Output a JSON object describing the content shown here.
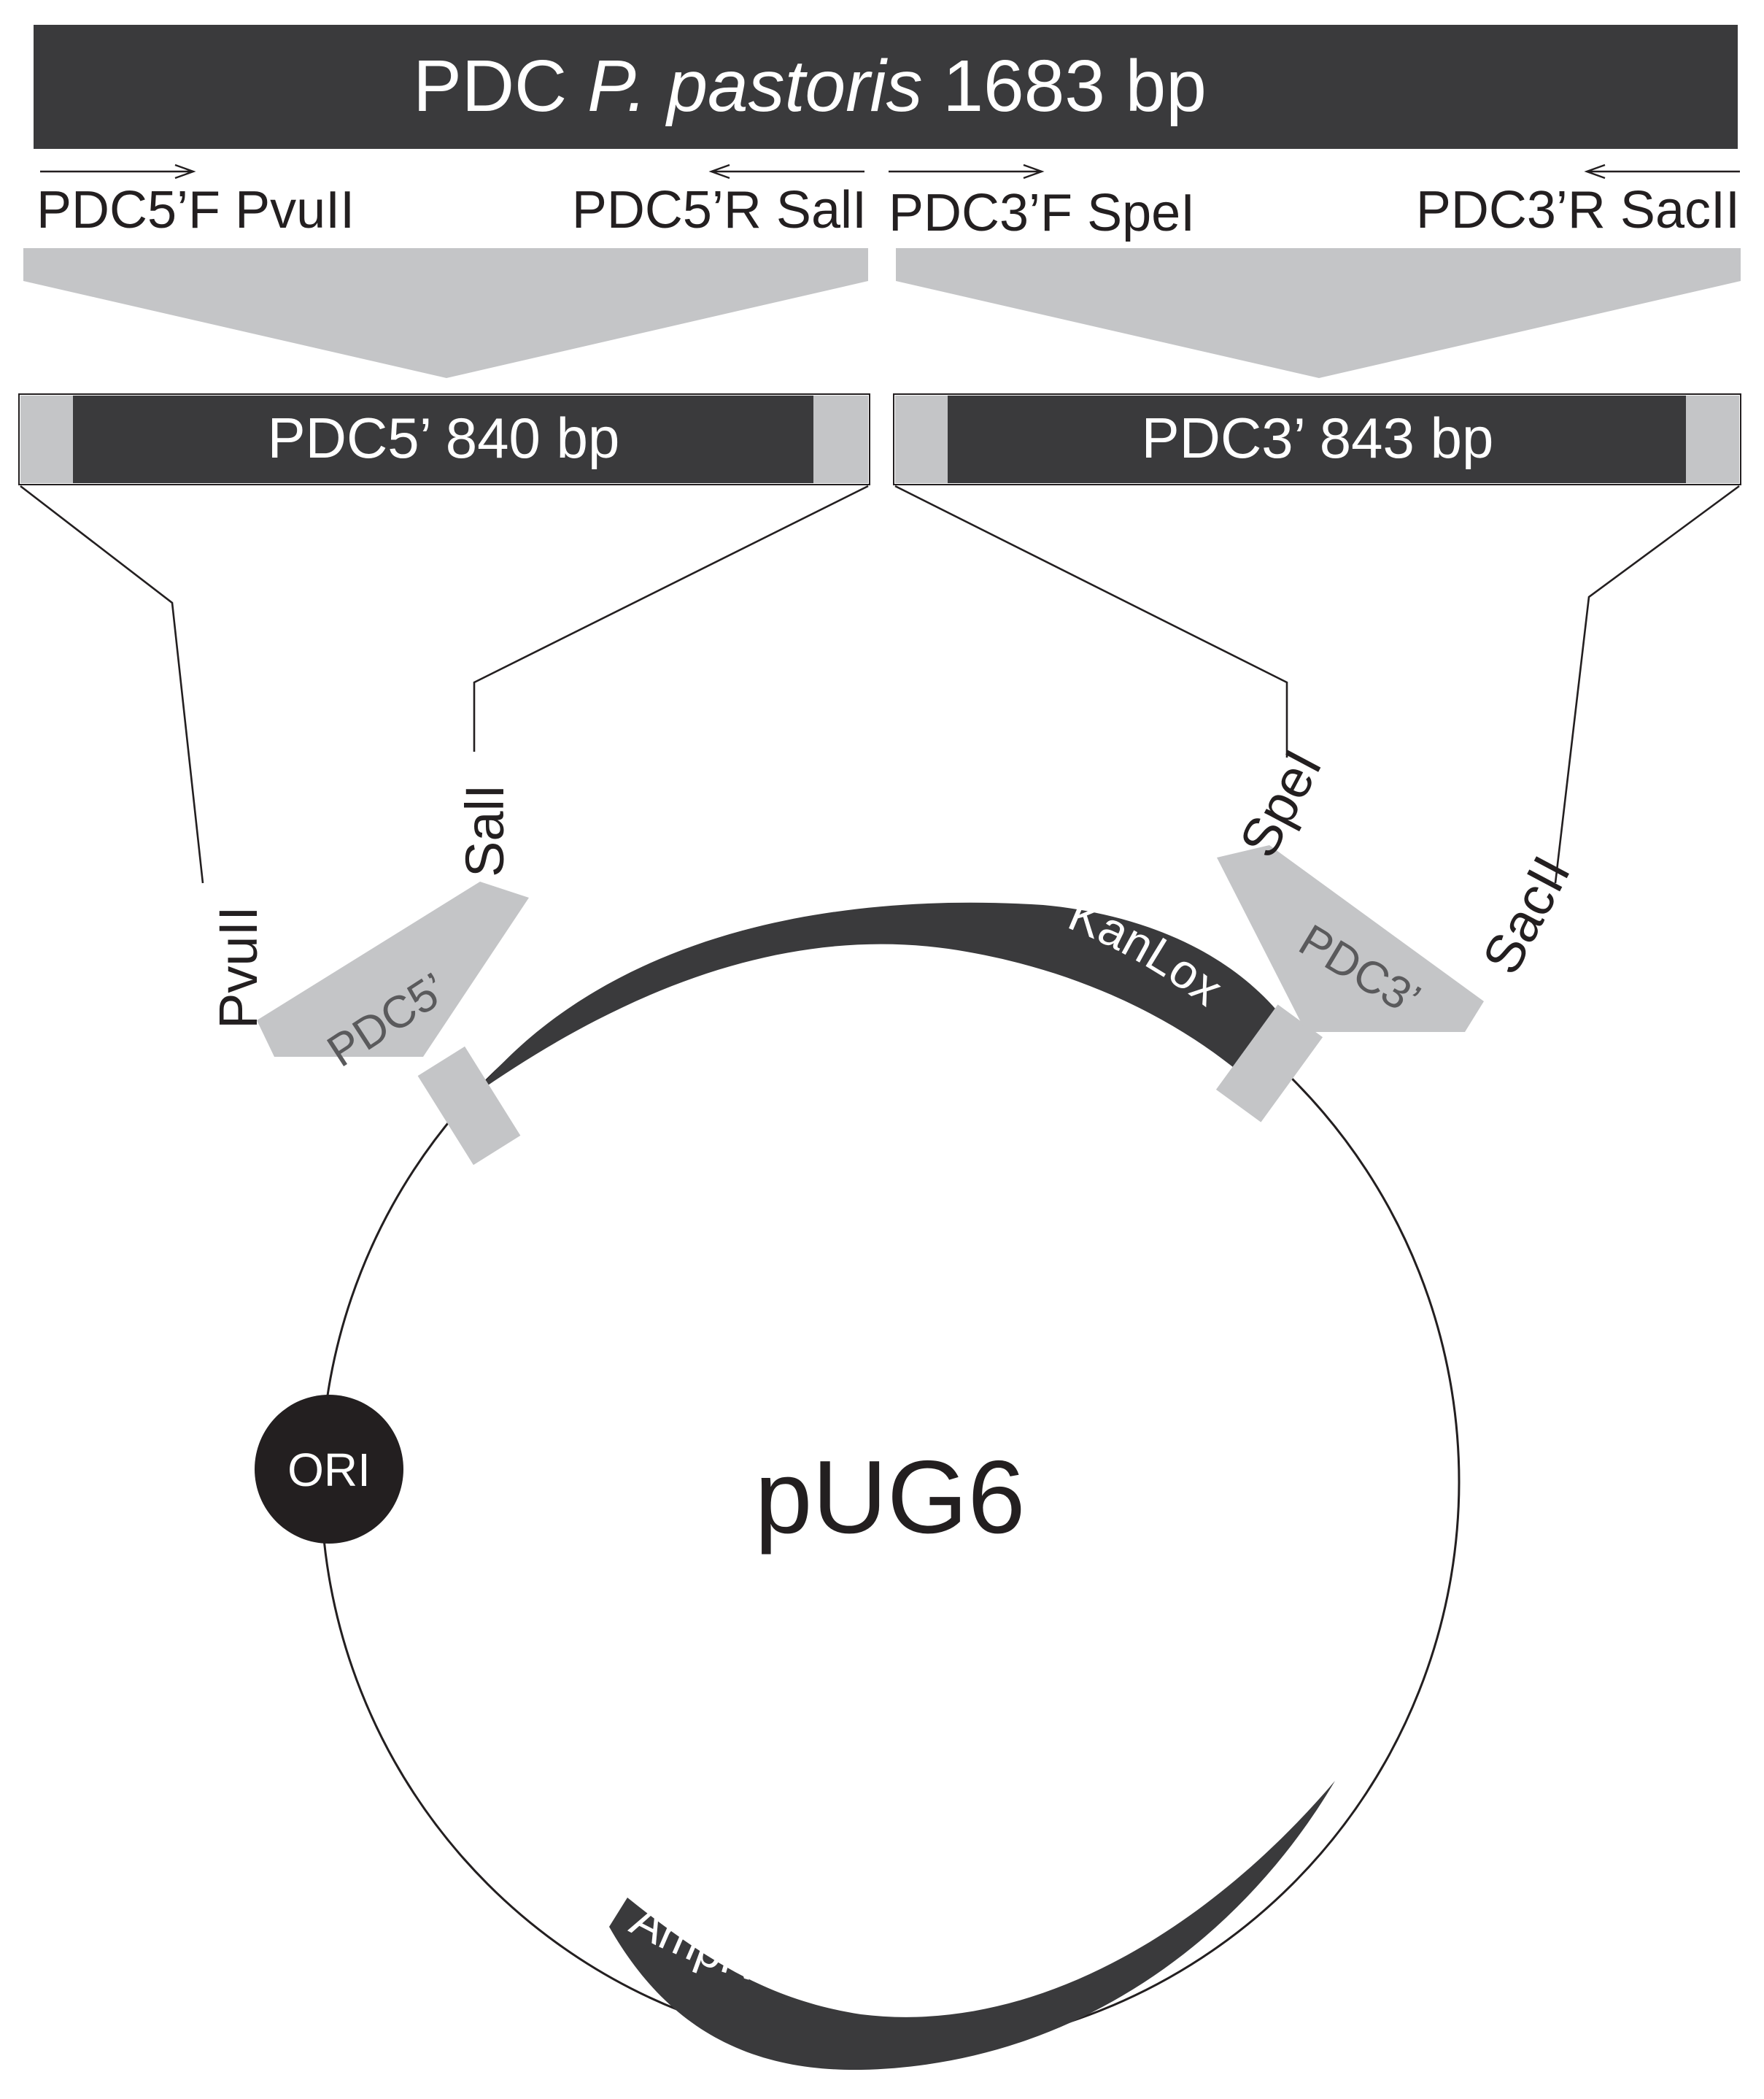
{
  "gene": {
    "name": "PDC",
    "organism": "P. pastoris",
    "length": "1683 bp"
  },
  "primers": [
    {
      "name": "PDC5’F",
      "site": "PvuII",
      "direction": "forward"
    },
    {
      "name": "PDC5’R",
      "site": "SalI",
      "direction": "reverse"
    },
    {
      "name": "PDC3’F",
      "site": "SpeI",
      "direction": "forward"
    },
    {
      "name": "PDC3’R",
      "site": "SacII",
      "direction": "reverse"
    }
  ],
  "fragments": {
    "five_prime": {
      "name": "PDC5’",
      "length": "840 bp"
    },
    "three_prime": {
      "name": "PDC3’",
      "length": "843 bp"
    }
  },
  "plasmid": {
    "name": "pUG6",
    "features": {
      "kanlox": "KanLox",
      "ampr": "AmpR",
      "ori": "ORI"
    },
    "inserts": {
      "five_prime": "PDC5’",
      "three_prime": "PDC3’"
    },
    "sites": {
      "pvuii": "PvuII",
      "sali": "SalI",
      "spei": "SpeI",
      "sacii": "SacII"
    }
  },
  "colors": {
    "dark_bar": "#3a3a3c",
    "light_grey": "#c4c5c7",
    "ink": "#231f20",
    "white": "#ffffff"
  }
}
